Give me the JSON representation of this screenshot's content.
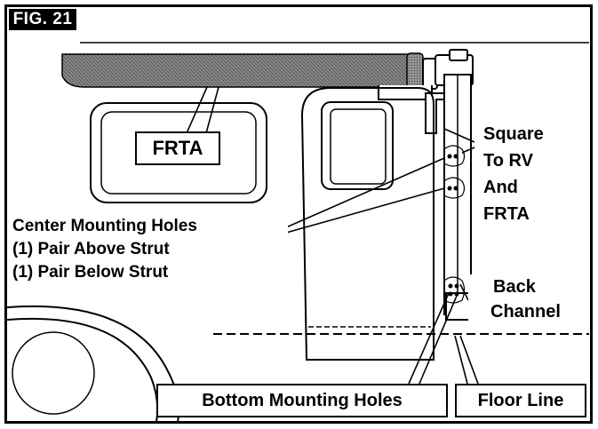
{
  "figure": {
    "label": "FIG. 21"
  },
  "labels": {
    "frta": "FRTA",
    "center_holes": {
      "title": "Center Mounting Holes",
      "line1": "(1) Pair Above Strut",
      "line2": "(1) Pair Below Strut"
    },
    "square": [
      "Square",
      "To RV",
      "And",
      "FRTA"
    ],
    "back_channel": [
      "Back",
      "Channel"
    ],
    "bottom_holes": "Bottom Mounting Holes",
    "floor_line": "Floor Line"
  }
}
